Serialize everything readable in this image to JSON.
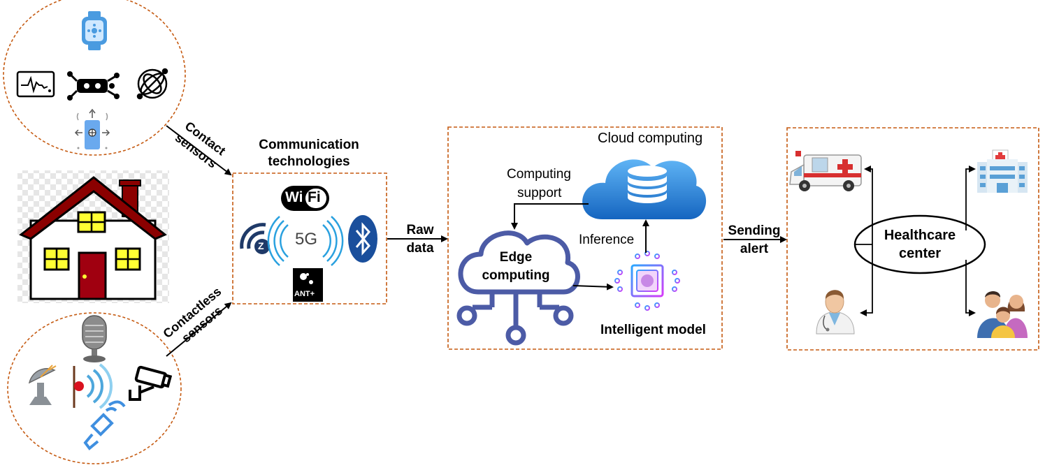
{
  "labels": {
    "contact_1": "Contact",
    "contact_2": "sensors",
    "contactless_1": "Contactless",
    "contactless_2": "sensors",
    "comm_1": "Communication",
    "comm_2": "technologies",
    "raw_1": "Raw",
    "raw_2": "data",
    "cloud": "Cloud computing",
    "support_1": "Computing",
    "support_2": "support",
    "edge_1": "Edge",
    "edge_2": "computing",
    "inference": "Inference",
    "intelligent": "Intelligent model",
    "send_1": "Sending",
    "send_2": "alert",
    "hc_1": "Healthcare",
    "hc_2": "center"
  },
  "icons": {
    "wifi_word_1": "Wi",
    "wifi_word_2": "Fi",
    "fiveg": "5G",
    "zigbee_letter": "Z",
    "ant": "ANT+"
  },
  "colors": {
    "dashed_border": "#c55a11",
    "cloud_blue": "#2e86de",
    "edge_navy": "#4c5ba6",
    "house_red": "#8b0000",
    "window_yellow": "#ffff33",
    "bluetooth": "#1a4f9c"
  }
}
